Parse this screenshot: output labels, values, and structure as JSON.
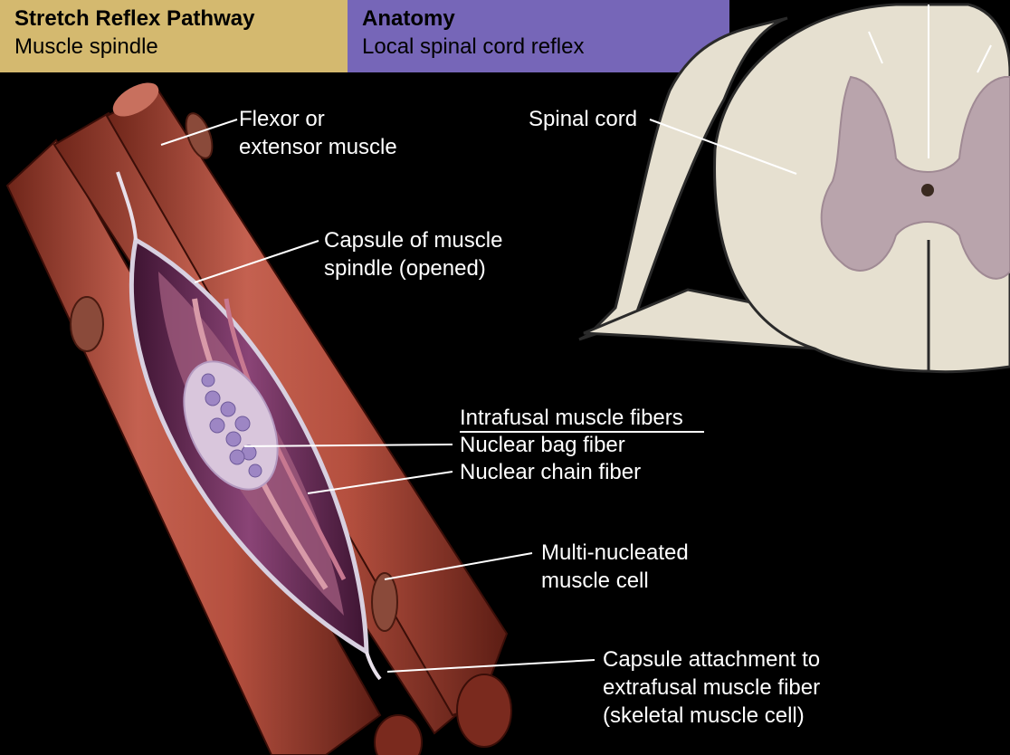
{
  "header": {
    "left": {
      "title": "Stretch Reflex Pathway",
      "subtitle": "Muscle spindle",
      "color": "#d4b96f"
    },
    "right": {
      "title": "Anatomy",
      "subtitle": "Local spinal cord reflex",
      "color": "#7666b8"
    }
  },
  "labels": {
    "flexor_extensor": "Flexor or\nextensor muscle",
    "spinal_cord": "Spinal cord",
    "capsule_opened": "Capsule of muscle\nspindle (opened)",
    "intrafusal_heading": "Intrafusal muscle fibers",
    "nuclear_bag": "Nuclear bag fiber",
    "nuclear_chain": "Nuclear chain fiber",
    "multi_nucleated": "Multi-nucleated\nmuscle cell",
    "capsule_attachment": "Capsule attachment to\nextrafusal muscle fiber\n(skeletal muscle cell)"
  },
  "colors": {
    "background": "#000000",
    "muscle": "#a8483a",
    "spinal_cord_white": "#e6e0d0",
    "gray_matter": "#b9a4ac",
    "spindle_interior": "#6a2f5a"
  }
}
